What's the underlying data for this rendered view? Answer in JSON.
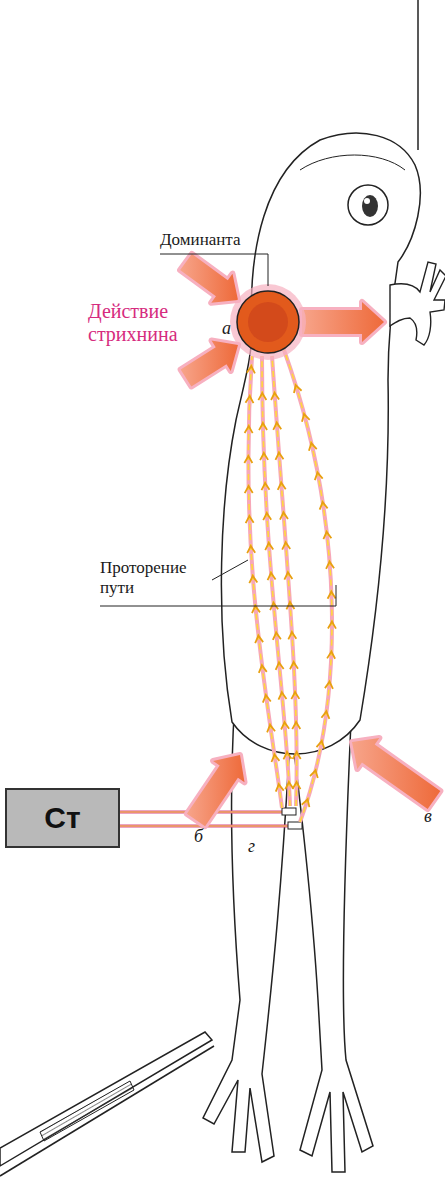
{
  "diagram": {
    "nodes": [
      {
        "text": [
          "Ст"
        ]
      }
    ],
    "labels": [
      "Доминанта",
      "Действие стрихнина",
      "Проторение пути",
      "а",
      "б",
      "в",
      "г"
    ]
  }
}
